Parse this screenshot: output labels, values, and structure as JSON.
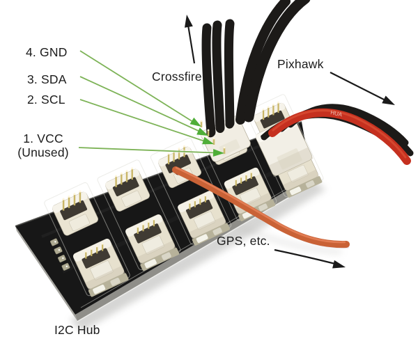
{
  "labels": {
    "pin_4": "4. GND",
    "pin_3": "3. SDA",
    "pin_2": "2. SCL",
    "pin_1": "1. VCC",
    "pin_1_note": "(Unused)",
    "crossfire": "Crossfire",
    "pixhawk": "Pixhawk",
    "gps": "GPS, etc.",
    "board": "I2C Hub"
  },
  "wire_print": "HUA",
  "colors": {
    "background": "#ffffff",
    "label_text": "#1b1b1b",
    "annotation_line_green": "#7db357",
    "annotation_arrow_green": "#4fae38",
    "annotation_black": "#1a1a1a",
    "pcb": "#171717",
    "connector": "#e7e1ce",
    "wire_black": "#1c1a18",
    "wire_red": "#c5301f",
    "wire_orange": "#c96236"
  }
}
